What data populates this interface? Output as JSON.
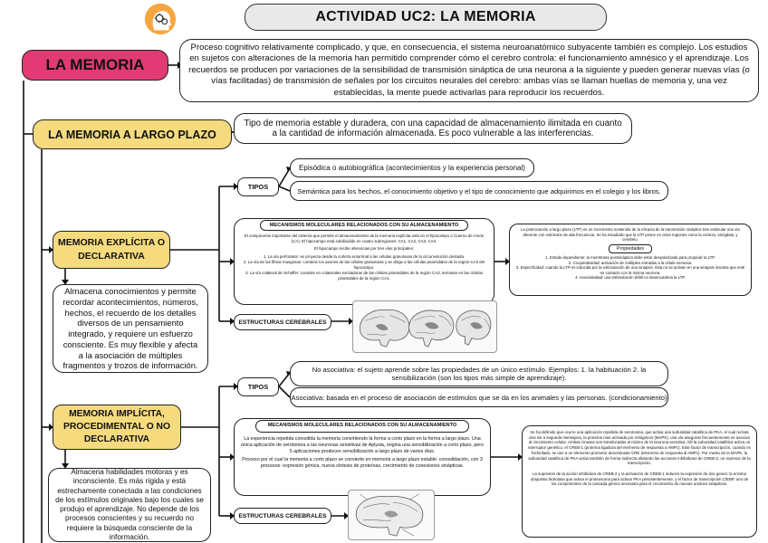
{
  "title": "ACTIVIDAD UC2: LA MEMORIA",
  "memoria": {
    "label": "LA MEMORIA",
    "definition": "Proceso cognitivo relativamente complicado, y que, en consecuencia, el sistema neuroanatómico subyacente también es complejo. Los estudios en sujetos con alteraciones de la memoria han permitido comprender cómo el cerebro controla: el funcionamiento amnésico y el aprendizaje. Los recuerdos se producen por variaciones de la sensibilidad de transmisión sináptica de una neurona a la siguiente y pueden generar nuevas vías (o vías facilitadas) de transmisión de señales por los circuitos neurales del cerebro: ambas vías se llaman huellas de memoria y, una vez establecidas, la mente puede activarlas para reproducir los recuerdos."
  },
  "largo_plazo": {
    "label": "LA MEMORIA A LARGO PLAZO",
    "definition": "Tipo de memoria estable y duradera, con una capacidad de almacenamiento ilimitada en cuanto a la cantidad de información almacenada. Es poco vulnerable a las interferencias."
  },
  "explicita": {
    "label": "MEMORIA EXPLÍCITA O DECLARATIVA",
    "definition": "Almacena conocimientos y permite recordar acontecimientos, números, hechos, el recuerdo de los detalles diversos de un pensamiento integrado, y requiere un esfuerzo consciente. Es muy flexible y afecta a la asociación de múltiples fragmentos y trozos de información.",
    "tipos_label": "TIPOS",
    "tipos": [
      "Episódica o autobiográfica (acontecimientos y la experiencia personal)",
      "Semántica para los hechos, el conocimiento objetivo y el tipo de conocimiento que adquirimos en el colegio y los libros."
    ],
    "mecanismos_label": "MECANISMOS MOLECULARES RELACIONADOS CON SU ALMACENAMIENTO",
    "mecanismos": [
      "El componente importante del sistema que permite el almacenamiento de la memoria explícita está en el hipocampo o Cuerno de Amón (CA). El hipocampo está subdividido en cuatro subregiones: CA1, CA2, CA3, CA4.",
      "El hipocampo recibe aferencias por tres vías principales:",
      "1. La vía perforante: se proyecta desde la corteza entorrinal a las células granulosas de la circunvolución dentada.",
      "2. La vía de las fibras musgosas: contiene los axones de las células granulosas y se dirige a las células piramidales de la región CA3 del hipocampo.",
      "3. La vía colateral de Schaffer: consiste en colaterales excitadoras de las células piramidales de la región CA3, terminan en las células piramidales de la región CA1."
    ],
    "propiedades_intro": "La potenciación a largo plazo (LTP) es un incremento sostenido de la eficacia de la transmisión sináptica tras estimular una vía aferente con estímulos de alta frecuencia. Se ha estudiado que la LTP posee en otras regiones como la corteza, amígdala, y cerebelo.",
    "propiedades_label": "Propiedades",
    "propiedades": [
      "1. Estado dependiente: la membrana postsináptica debe estar despolarizada para propiciar la LTP.",
      "2. Cooperatividad: activación de múltiples entradas a la célula nerviosa.",
      "3. Especificidad: cuando la LTP es inducida por la estimulación de una sinapsis, ésta no se activan en una sinapsis inactiva que esté en contacto con la misma neurona.",
      "4. Asociatividad: una estimulación débil no desencadena la LTP."
    ],
    "estructuras_label": "ESTRUCTURAS CEREBRALES"
  },
  "implicita": {
    "label": "MEMORIA IMPLÍCITA, PROCEDIMENTAL O NO DECLARATIVA",
    "definition": "Almacena habilidades motoras y es inconsciente. Es más rígida y está estrechamente conectada a las condiciones de los estímulos originales bajo los cuales se produjo el aprendizaje. No depende de los procesos conscientes y su recuerdo no requiere la búsqueda consciente de la información.",
    "tipos_label": "TIPOS",
    "tipos": [
      "No asociativa: el sujeto aprende sobre las propiedades de un único estímulo. Ejemplos: 1. la habituación 2. la sensibilización (son los tipos más simple de aprendizaje).",
      "Asociativa: basada en el proceso de asociación de estímulos que se da en los animales y las personas. (condicionamiento)"
    ],
    "mecanismos_label": "MECANISMOS MOLECULARES RELACIONADOS CON SU ALMACENAMIENTO",
    "mecanismos": [
      "La experiencia repetida consolida la memoria convirtiendo la forma a corto plazo en la forma a largo plazo. Una única aplicación de serotonina a las neuronas sensitivas de Aplysia, origina una sensibilización a corto plazo, pero 5 aplicaciones producen sensibilización a largo plazo de varios días.",
      "Proceso por el cual la memoria a corto plazo se convierte en memoria a largo plazo estable: consolidación, con 3 procesos: expresión génica, nueva síntesis de proteínas, crecimiento de conexiones sinápticas."
    ],
    "propiedades": [
      "Se ha definido que ocurre una aplicación repetida de serotonina, que activa una subunidad catalítica de PKA, el cual recluta otra sin a segunda mensajera, la proteína mas activada por mitógenos (MAPK), una vía aseguran frecuentemente se asocian al crecimiento celular. Ambas cinasas son translocadas al núcleo de la neurona sensitiva. Allí la subunidad catalítica activa un interruptor genético, el CREB-1 (proteína ligadora del elemento de respuesta a AMPc). Este factor de transcripción, cuando es fosforilado, se une a un elemento promotor denominado CRE (elemento de respuesta al AMPc). Por medio de la MAPK, la subunidad catalítica de PKA actúa también de forma indirecta aliviando las acciones inhibidoras de CREB-2, un represor de la transcripción.",
      "La supresión de la acción inhibidora de CREB-2 y la activación de CREB-1 inducen la expresión de dos genes: la enzima ubiquitina hidrolasa que activa el proteosoma para activar PKA persistentemente, y el factor de transcripción C/EBP, uno de los componentes de la cascada génica necesaria para el crecimiento de nuevas uniones sinápticas."
    ],
    "estructuras_label": "ESTRUCTURAS CEREBRALES"
  },
  "icons": {
    "header": "head-gears-icon",
    "brain": "brain-icon"
  },
  "colors": {
    "memoria": "#e23a74",
    "sections": "#f5db7e",
    "title_bg": "#e9e9e9",
    "gear_orange": "#f6a640"
  }
}
